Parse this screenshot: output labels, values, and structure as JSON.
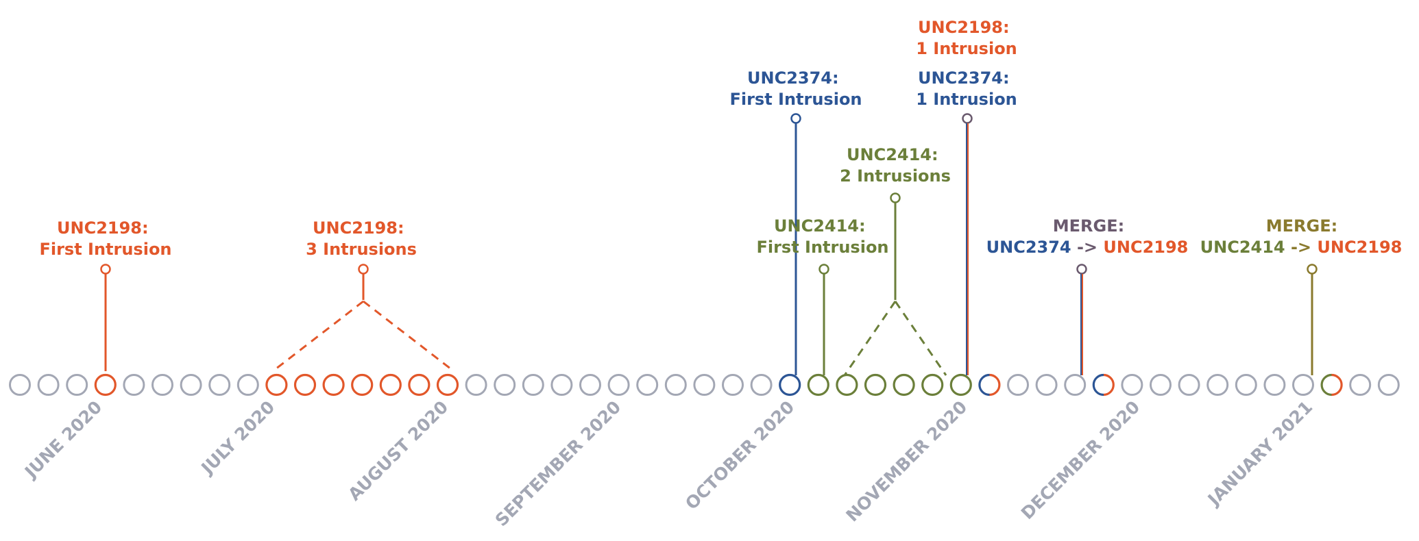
{
  "colors": {
    "gray": "#a3a7b4",
    "orange": "#e2572a",
    "blue": "#2c5595",
    "green": "#6b7f3a",
    "merge_purple": "#6a5a6e",
    "merge_olive": "#8a7a2e"
  },
  "months": [
    "JUNE 2020",
    "JULY 2020",
    "AUGUST 2020",
    "SEPTEMBER 2020",
    "OCTOBER 2020",
    "NOVEMBER 2020",
    "DECEMBER 2020",
    "JANUARY 2021"
  ],
  "events": {
    "june": {
      "line1": "UNC2198:",
      "line2": "First Intrusion"
    },
    "july": {
      "line1": "UNC2198:",
      "line2": "3 Intrusions"
    },
    "oct_blue": {
      "line1": "UNC2374:",
      "line2": "First Intrusion"
    },
    "oct_green": {
      "line1": "UNC2414:",
      "line2": "First Intrusion"
    },
    "oct_green2": {
      "line1": "UNC2414:",
      "line2": "2 Intrusions"
    },
    "nov_orange": {
      "line1": "UNC2198:",
      "line2": "1 Intrusion"
    },
    "nov_blue": {
      "line1": "UNC2374:",
      "line2": "1 Intrusion"
    },
    "dec_merge": {
      "title": "MERGE:",
      "from": "UNC2374",
      "arrow": " -> ",
      "to": "UNC2198"
    },
    "jan_merge": {
      "title": "MERGE:",
      "from": "UNC2414",
      "arrow": " -> ",
      "to": "UNC2198"
    }
  }
}
